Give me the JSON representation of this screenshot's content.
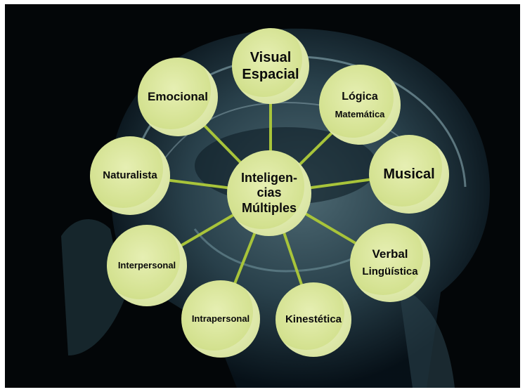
{
  "diagram": {
    "center": {
      "line1": "Inteligen-",
      "line2": "cias",
      "line3": "Múltiples"
    },
    "nodes": {
      "visual": {
        "line1": "Visual",
        "line2": "Espacial"
      },
      "logica": {
        "line1": "Lógica",
        "line2": "Matemática"
      },
      "musical": {
        "line1": "Musical"
      },
      "verbal": {
        "line1": "Verbal",
        "line2": "Lingüística"
      },
      "kinestetica": {
        "line1": "Kinestética"
      },
      "intrapersonal": {
        "line1": "Intrapersonal"
      },
      "interpersonal": {
        "line1": "Interpersonal"
      },
      "naturalista": {
        "line1": "Naturalista"
      },
      "emocional": {
        "line1": "Emocional"
      }
    },
    "colors": {
      "node_fill": "#d3e18f",
      "connector": "#a8c43a",
      "background": "#030608"
    }
  }
}
